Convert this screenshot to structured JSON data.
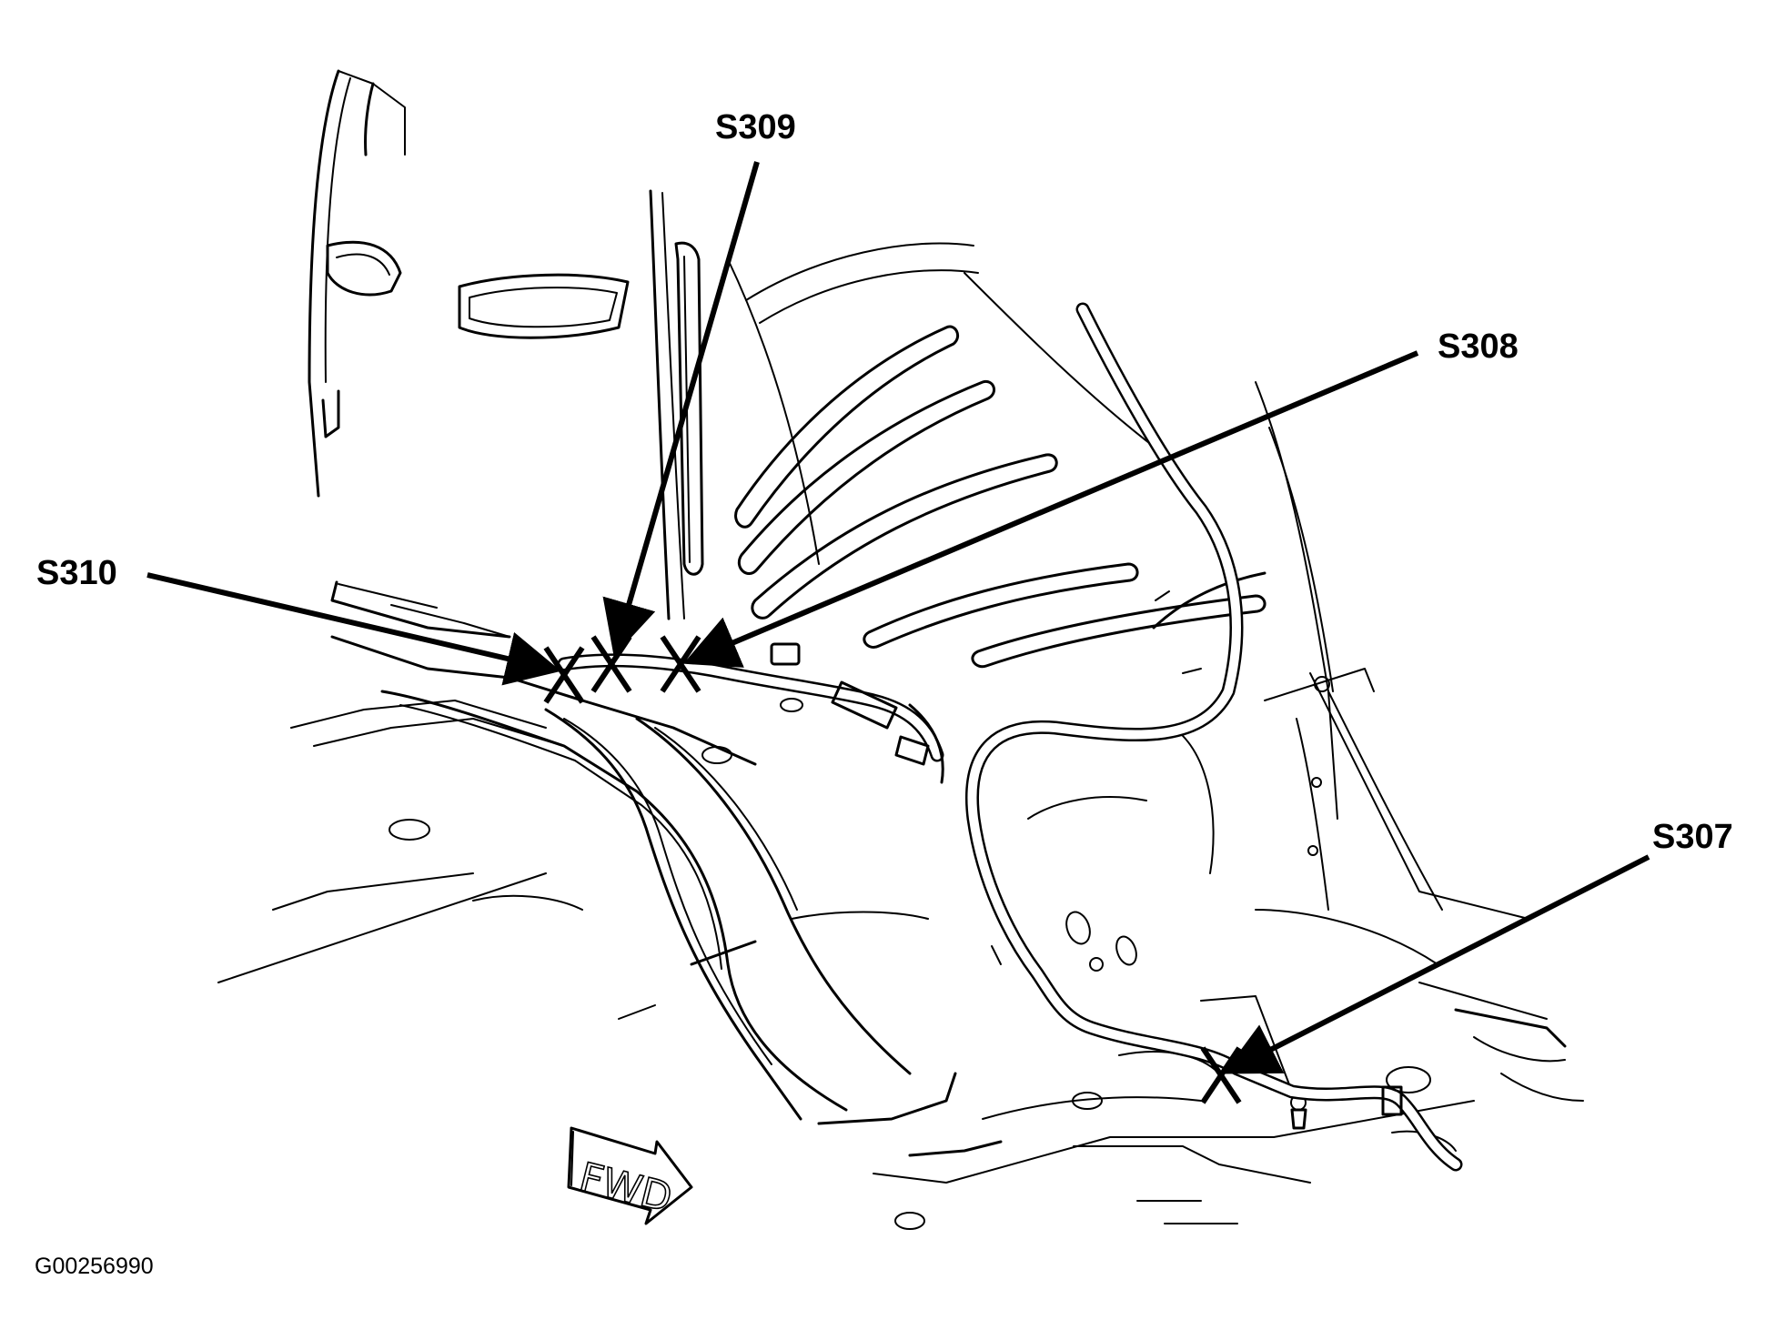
{
  "callouts": {
    "s307": "S307",
    "s308": "S308",
    "s309": "S309",
    "s310": "S310"
  },
  "fwd_label": "FWD",
  "figure_id": "G00256990"
}
